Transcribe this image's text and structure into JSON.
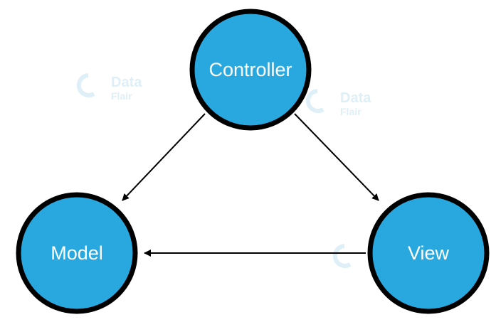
{
  "diagram": {
    "colors": {
      "node_fill": "#29a8e0",
      "node_stroke": "#000000",
      "arrow": "#000000",
      "label": "#ffffff",
      "watermark": "#dbeef8"
    },
    "nodes": {
      "controller": {
        "label": "Controller"
      },
      "model": {
        "label": "Model"
      },
      "view": {
        "label": "View"
      }
    },
    "edges": [
      {
        "from": "Controller",
        "to": "Model"
      },
      {
        "from": "Controller",
        "to": "View"
      },
      {
        "from": "View",
        "to": "Model"
      }
    ],
    "watermark": {
      "line1": "Data",
      "line2": "Flair"
    }
  }
}
